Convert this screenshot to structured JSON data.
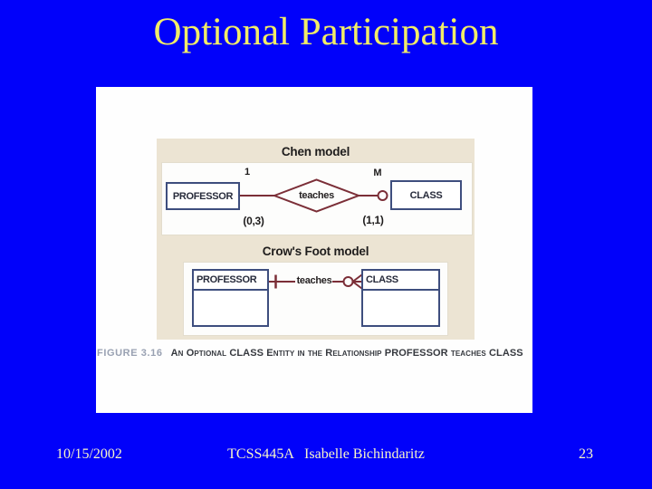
{
  "slide": {
    "title": "Optional Participation"
  },
  "figure": {
    "chen": {
      "heading": "Chen model",
      "entity_left": "PROFESSOR",
      "entity_right": "CLASS",
      "relationship": "teaches",
      "cardinality_left": "1",
      "cardinality_right": "M",
      "connectivity_left": "(0,3)",
      "connectivity_right": "(1,1)"
    },
    "crows_foot": {
      "heading": "Crow's Foot model",
      "entity_left": "PROFESSOR",
      "entity_right": "CLASS",
      "relationship": "teaches"
    },
    "caption": {
      "label": "FIGURE 3.16",
      "text": "An Optional CLASS Entity in the Relationship PROFESSOR teaches CLASS"
    }
  },
  "footer": {
    "date": "10/15/2002",
    "course": "TCSS445A   Isabelle Bichindaritz",
    "page_number": "23"
  },
  "colors": {
    "background": "#0101fa",
    "title_text": "#f1ec68",
    "footer_text": "#f7f5c8",
    "entity_border_navy": "#3e4e7e",
    "relationship_maroon": "#7b2e37",
    "figure_panel_beige": "#ece4d3",
    "caption_label_gray": "#99a1b2",
    "caption_text_dark": "#36393f"
  }
}
